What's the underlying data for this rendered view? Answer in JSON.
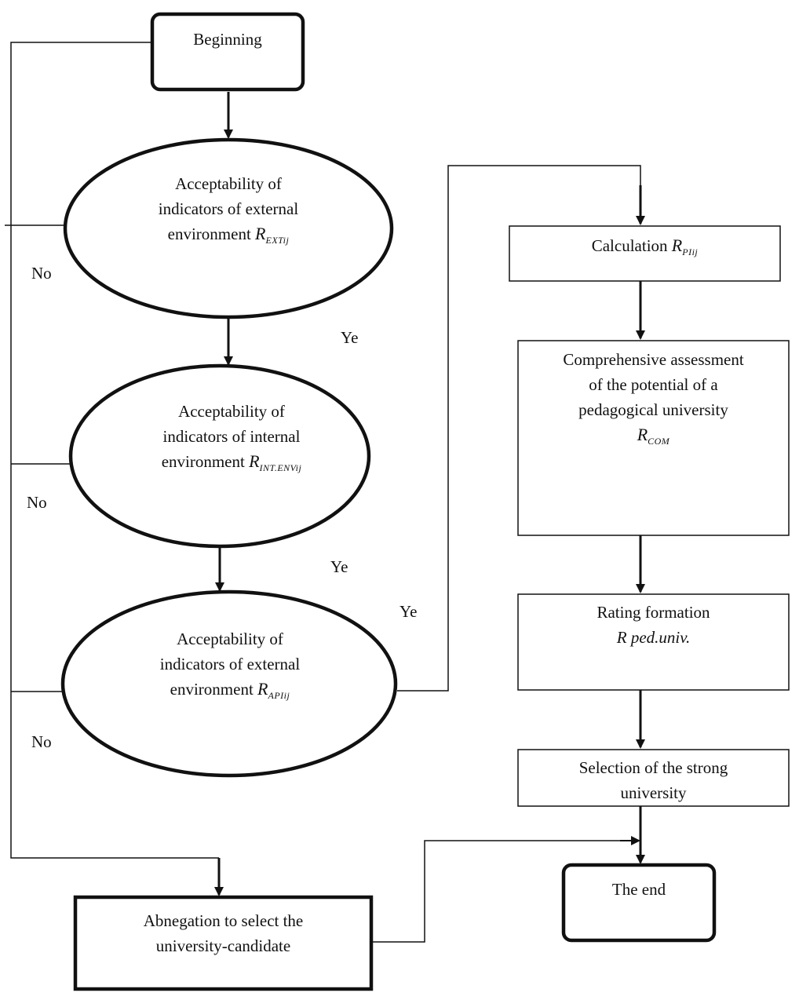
{
  "nodes": {
    "beginning": "Beginning",
    "ext": {
      "line1": "Acceptability of",
      "line2": "indicators of external",
      "line3": "environment",
      "sym": "R",
      "sub": "EXTij"
    },
    "int": {
      "line1": "Acceptability of",
      "line2": "indicators of internal",
      "line3": "environment",
      "sym": "R",
      "sub": "INT.ENVij"
    },
    "api": {
      "line1": "Acceptability of",
      "line2": "indicators of external",
      "line3": "environment",
      "sym": "R",
      "sub": "APIij"
    },
    "calc": {
      "label": "Calculation",
      "sym": "R",
      "sub": "PIij"
    },
    "comprehensive": {
      "line1": "Comprehensive assessment",
      "line2": "of the potential of a",
      "line3": "pedagogical university",
      "sym": "R",
      "sub": "COM"
    },
    "rating": {
      "line1": "Rating formation",
      "line2": "R ped.univ."
    },
    "selection": {
      "line1": "Selection of the strong",
      "line2": "university"
    },
    "abnegation": {
      "line1": "Abnegation to select the",
      "line2": "university-candidate"
    },
    "end": "The end"
  },
  "edge_labels": {
    "no1": "No",
    "no2": "No",
    "no3": "No",
    "yes1": "Ye",
    "yes2": "Ye",
    "yes3": "Ye"
  }
}
